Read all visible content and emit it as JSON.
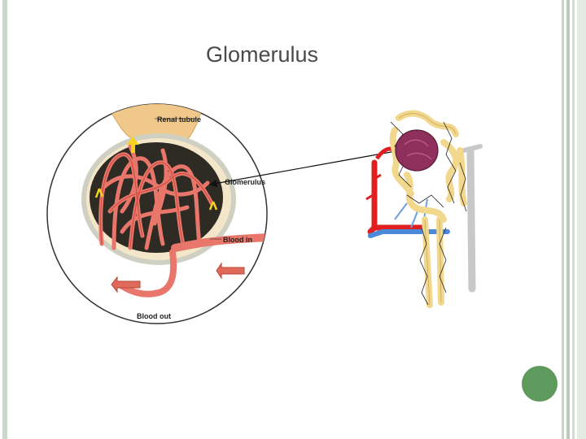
{
  "slide": {
    "title": "Glomerulus"
  },
  "diagram": {
    "labels": {
      "renal_tubule": "Renal tubule",
      "glomerulus": "Glomerulus",
      "blood_in": "Blood in",
      "blood_out": "Blood out"
    }
  },
  "colors": {
    "accent_dot": "#5e9a5e",
    "frame": "#c8d6c8",
    "vessel_red": "#e06a5a",
    "artery_red": "#e02020",
    "vein_blue": "#4a8ad8",
    "tubule_yellow": "#f2d88c",
    "glomerulus_purple": "#8e2f5c"
  }
}
